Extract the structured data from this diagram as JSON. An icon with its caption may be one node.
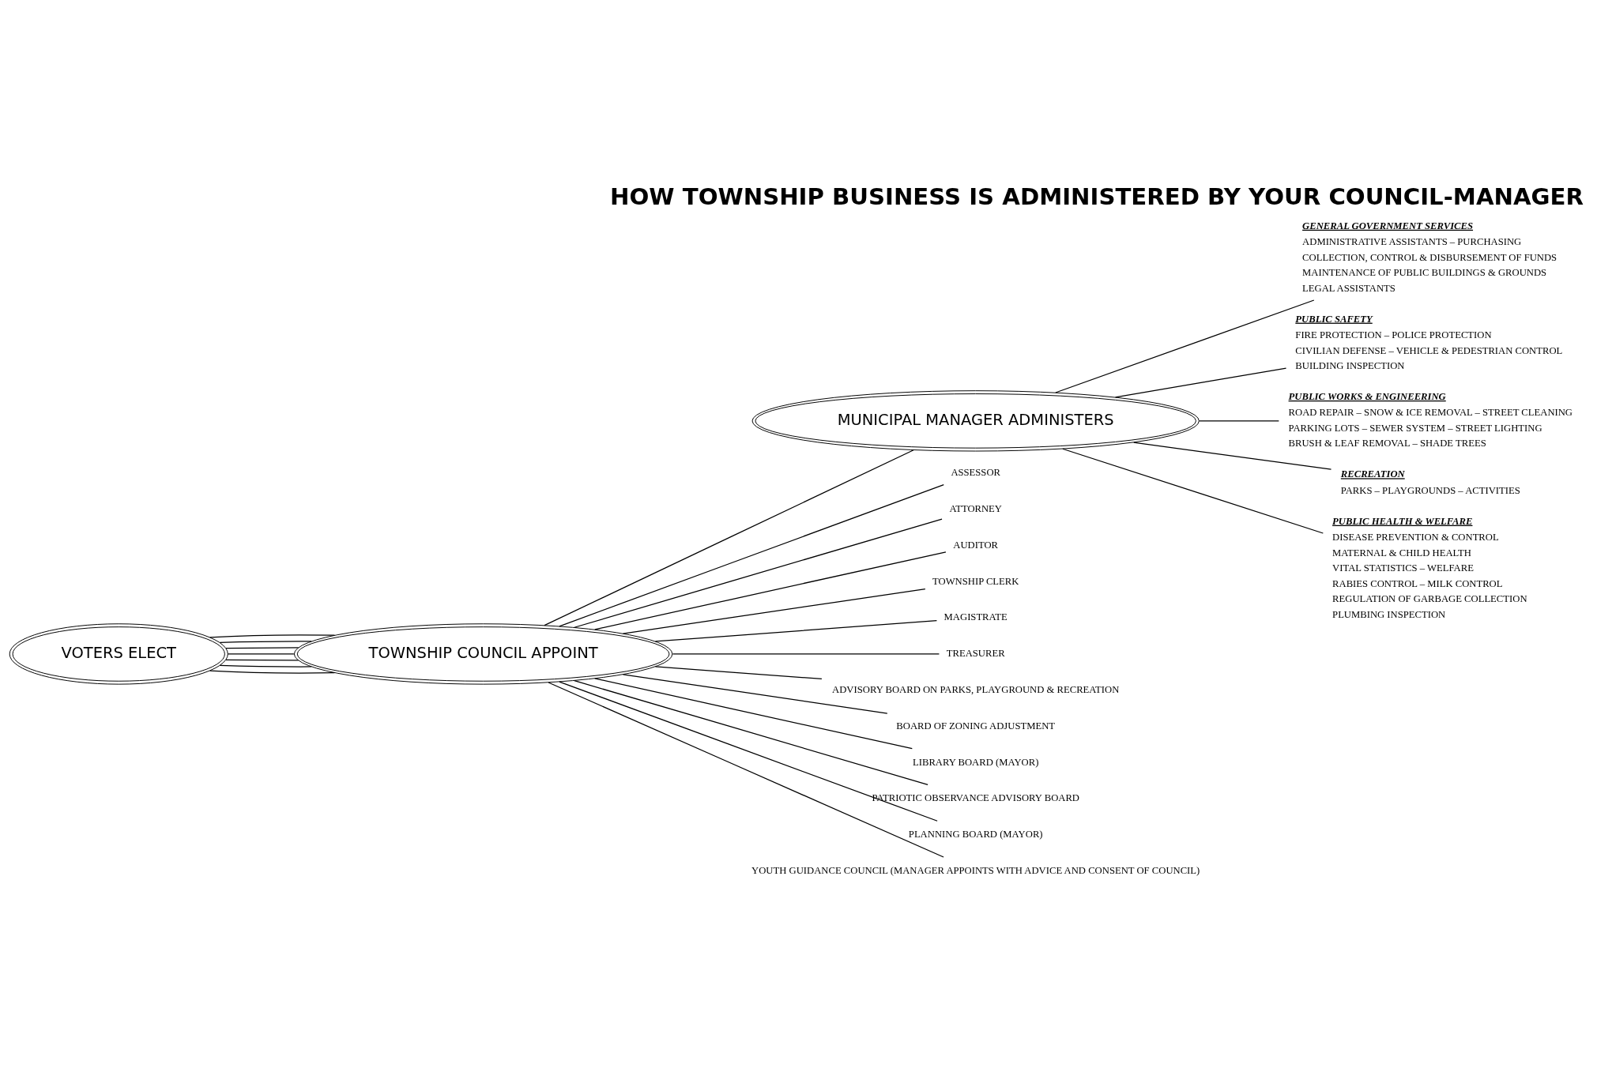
{
  "diagram": {
    "title": "HOW TOWNSHIP BUSINESS IS ADMINISTERED BY YOUR COUNCIL-MANAGER",
    "nodes": [
      {
        "text": [
          "VOTERS ELECT"
        ]
      },
      {
        "text": [
          "TOWNSHIP COUNCIL APPOINT"
        ]
      },
      {
        "text": [
          "MUNICIPAL MANAGER ADMINISTERS"
        ]
      },
      {
        "text": [
          "ASSESSOR"
        ]
      },
      {
        "text": [
          "ATTORNEY"
        ]
      },
      {
        "text": [
          "AUDITOR"
        ]
      },
      {
        "text": [
          "TOWNSHIP CLERK"
        ]
      },
      {
        "text": [
          "MAGISTRATE"
        ]
      },
      {
        "text": [
          "TREASURER"
        ]
      },
      {
        "text": [
          "ADVISORY BOARD ON PARKS, PLAYGROUND & RECREATION"
        ]
      },
      {
        "text": [
          "BOARD OF ZONING ADJUSTMENT"
        ]
      },
      {
        "text": [
          "LIBRARY BOARD (MAYOR)"
        ]
      },
      {
        "text": [
          "PATRIOTIC OBSERVANCE ADVISORY BOARD"
        ]
      },
      {
        "text": [
          "PLANNING BOARD (MAYOR)"
        ]
      },
      {
        "text": [
          "YOUTH GUIDANCE COUNCIL (MANAGER APPOINTS WITH ADVICE AND CONSENT OF COUNCIL)"
        ]
      },
      {
        "text": [
          "GENERAL GOVERNMENT SERVICES",
          "ADMINISTRATIVE ASSISTANTS – PURCHASING",
          "COLLECTION, CONTROL & DISBURSEMENT OF FUNDS",
          "MAINTENANCE OF PUBLIC BUILDINGS & GROUNDS",
          "LEGAL ASSISTANTS"
        ]
      },
      {
        "text": [
          "PUBLIC SAFETY",
          "FIRE PROTECTION – POLICE PROTECTION",
          "CIVILIAN DEFENSE – VEHICLE & PEDESTRIAN CONTROL",
          "BUILDING INSPECTION"
        ]
      },
      {
        "text": [
          "PUBLIC WORKS & ENGINEERING",
          "ROAD REPAIR – SNOW & ICE REMOVAL – STREET CLEANING",
          "PARKING LOTS – SEWER SYSTEM – STREET LIGHTING",
          "BRUSH & LEAF REMOVAL – SHADE TREES"
        ]
      },
      {
        "text": [
          "RECREATION",
          "PARKS – PLAYGROUNDS – ACTIVITIES"
        ]
      },
      {
        "text": [
          "PUBLIC HEALTH & WELFARE",
          "DISEASE PREVENTION & CONTROL",
          "MATERNAL & CHILD HEALTH",
          "VITAL STATISTICS – WELFARE",
          "RABIES CONTROL – MILK CONTROL",
          "REGULATION OF GARBAGE COLLECTION",
          "PLUMBING INSPECTION"
        ]
      }
    ],
    "edges": [
      {
        "from": 0,
        "to": 1,
        "arrow": "none"
      },
      {
        "from": 0,
        "to": 1,
        "arrow": "none"
      },
      {
        "from": 0,
        "to": 1,
        "arrow": "none"
      },
      {
        "from": 0,
        "to": 1,
        "arrow": "none"
      },
      {
        "from": 0,
        "to": 1,
        "arrow": "none"
      },
      {
        "from": 0,
        "to": 1,
        "arrow": "none"
      },
      {
        "from": 0,
        "to": 1,
        "arrow": "none"
      },
      {
        "from": 1,
        "to": 3,
        "arrow": "none"
      },
      {
        "from": 1,
        "to": 4,
        "arrow": "none"
      },
      {
        "from": 1,
        "to": 5,
        "arrow": "none"
      },
      {
        "from": 1,
        "to": 6,
        "arrow": "none"
      },
      {
        "from": 1,
        "to": 7,
        "arrow": "none"
      },
      {
        "from": 1,
        "to": 8,
        "arrow": "none"
      },
      {
        "from": 1,
        "to": 9,
        "arrow": "none"
      },
      {
        "from": 1,
        "to": 10,
        "arrow": "none"
      },
      {
        "from": 1,
        "to": 11,
        "arrow": "none"
      },
      {
        "from": 1,
        "to": 12,
        "arrow": "none"
      },
      {
        "from": 1,
        "to": 13,
        "arrow": "none"
      },
      {
        "from": 1,
        "to": 14,
        "arrow": "none"
      },
      {
        "from": 1,
        "to": 2,
        "arrow": "none"
      },
      {
        "from": 2,
        "to": 15,
        "arrow": "none"
      },
      {
        "from": 2,
        "to": 16,
        "arrow": "none"
      },
      {
        "from": 2,
        "to": 17,
        "arrow": "none"
      },
      {
        "from": 2,
        "to": 18,
        "arrow": "none"
      },
      {
        "from": 2,
        "to": 19,
        "arrow": "none"
      }
    ]
  }
}
